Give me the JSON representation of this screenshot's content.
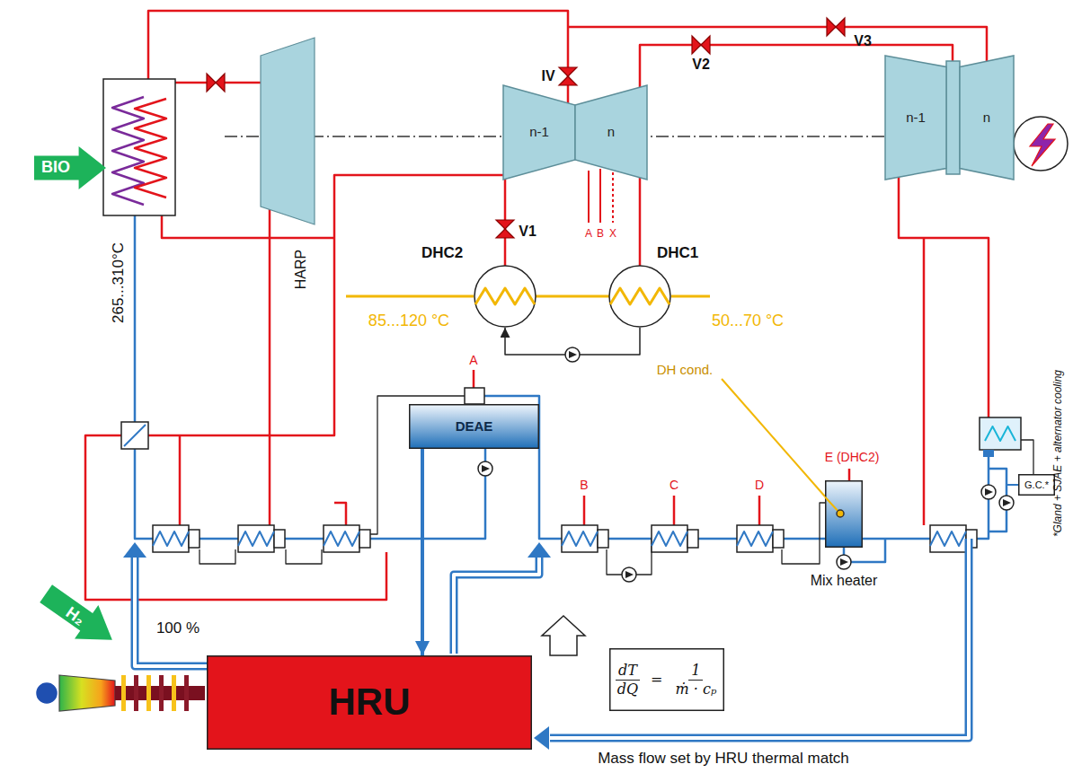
{
  "diagram": {
    "nodes": [
      {
        "text": [
          "BIO"
        ]
      },
      {
        "text": [
          "n-1"
        ]
      },
      {
        "text": [
          "n"
        ]
      },
      {
        "text": [
          "n-1"
        ]
      },
      {
        "text": [
          "n"
        ]
      },
      {
        "text": [
          "DHC2"
        ]
      },
      {
        "text": [
          "DHC1"
        ]
      },
      {
        "text": [
          "DEAE"
        ]
      },
      {
        "text": [
          "Mix heater"
        ]
      },
      {
        "text": [
          "G.C.*"
        ]
      },
      {
        "text": [
          "H₂"
        ]
      },
      {
        "text": [
          "HRU"
        ]
      },
      {
        "text": [
          "dT",
          "dQ",
          "=",
          "1",
          "ṁ · cₚ"
        ]
      }
    ],
    "edges": [
      {
        "from": 6,
        "to": 5,
        "arrow": "none"
      },
      {
        "from": 6,
        "to": 5,
        "arrow": "to"
      },
      {
        "from": 2,
        "to": 6,
        "arrow": "none"
      },
      {
        "from": 1,
        "to": 5,
        "arrow": "none"
      },
      {
        "from": 7,
        "to": 11,
        "arrow": "to"
      }
    ],
    "labels": [
      "265...310°C",
      "HARP",
      "IV",
      "V1",
      "V2",
      "V3",
      "A",
      "B",
      "X",
      "85...120 °C",
      "50...70 °C",
      "A",
      "B",
      "C",
      "D",
      "E (DHC2)",
      "DH cond.",
      "100 %",
      "Mass flow set by HRU thermal match",
      "*Gland + SJAE + alternator cooling"
    ]
  }
}
